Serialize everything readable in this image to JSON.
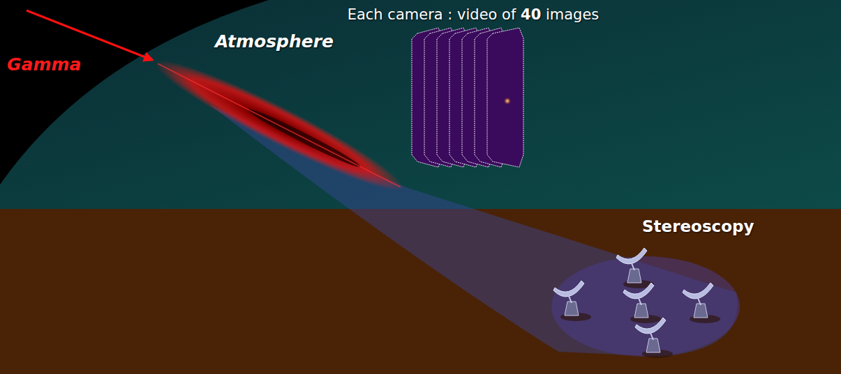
{
  "diagram": {
    "labels": [
      "Each camera : video of 40 images",
      "Gamma",
      "Atmosphere",
      "Stereoscopy"
    ]
  }
}
